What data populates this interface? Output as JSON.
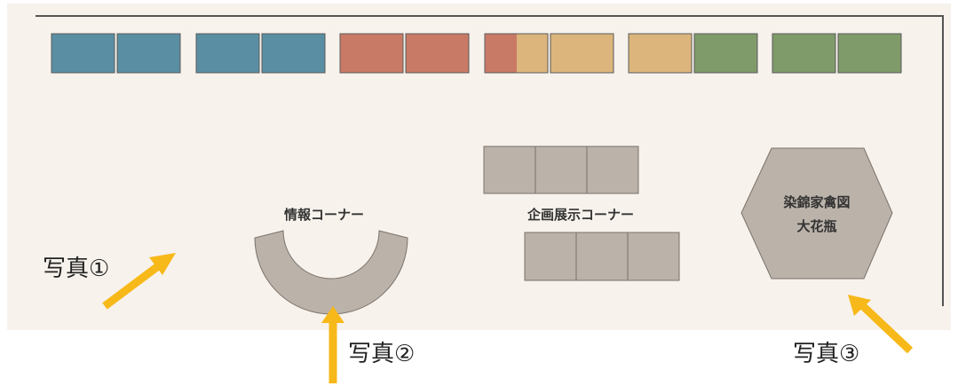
{
  "colors": {
    "floor": "#f7f2ec",
    "wall": "#555555",
    "blue": "#5a8fa3",
    "red": "#c97a66",
    "yellow": "#dcb57c",
    "green": "#7f9b6a",
    "case": "#bbb3aa",
    "case_stroke": "#7a726a",
    "arrow": "#f7b819"
  },
  "wall_cases": [
    {
      "fill": "blue"
    },
    {
      "fill": "blue"
    },
    {
      "fill": "blue"
    },
    {
      "fill": "blue"
    },
    {
      "fill": "red"
    },
    {
      "fill": "red"
    },
    {
      "fill": "red_yellow"
    },
    {
      "fill": "yellow"
    },
    {
      "fill": "yellow"
    },
    {
      "fill": "green"
    },
    {
      "fill": "green"
    },
    {
      "fill": "green"
    }
  ],
  "labels": {
    "info_corner": "情報コーナー",
    "exhibit_corner": "企画展示コーナー",
    "vase_line1": "染錦家禽図",
    "vase_line2": "大花瓶"
  },
  "photos": {
    "photo1": "写真①",
    "photo2": "写真②",
    "photo3": "写真③"
  }
}
